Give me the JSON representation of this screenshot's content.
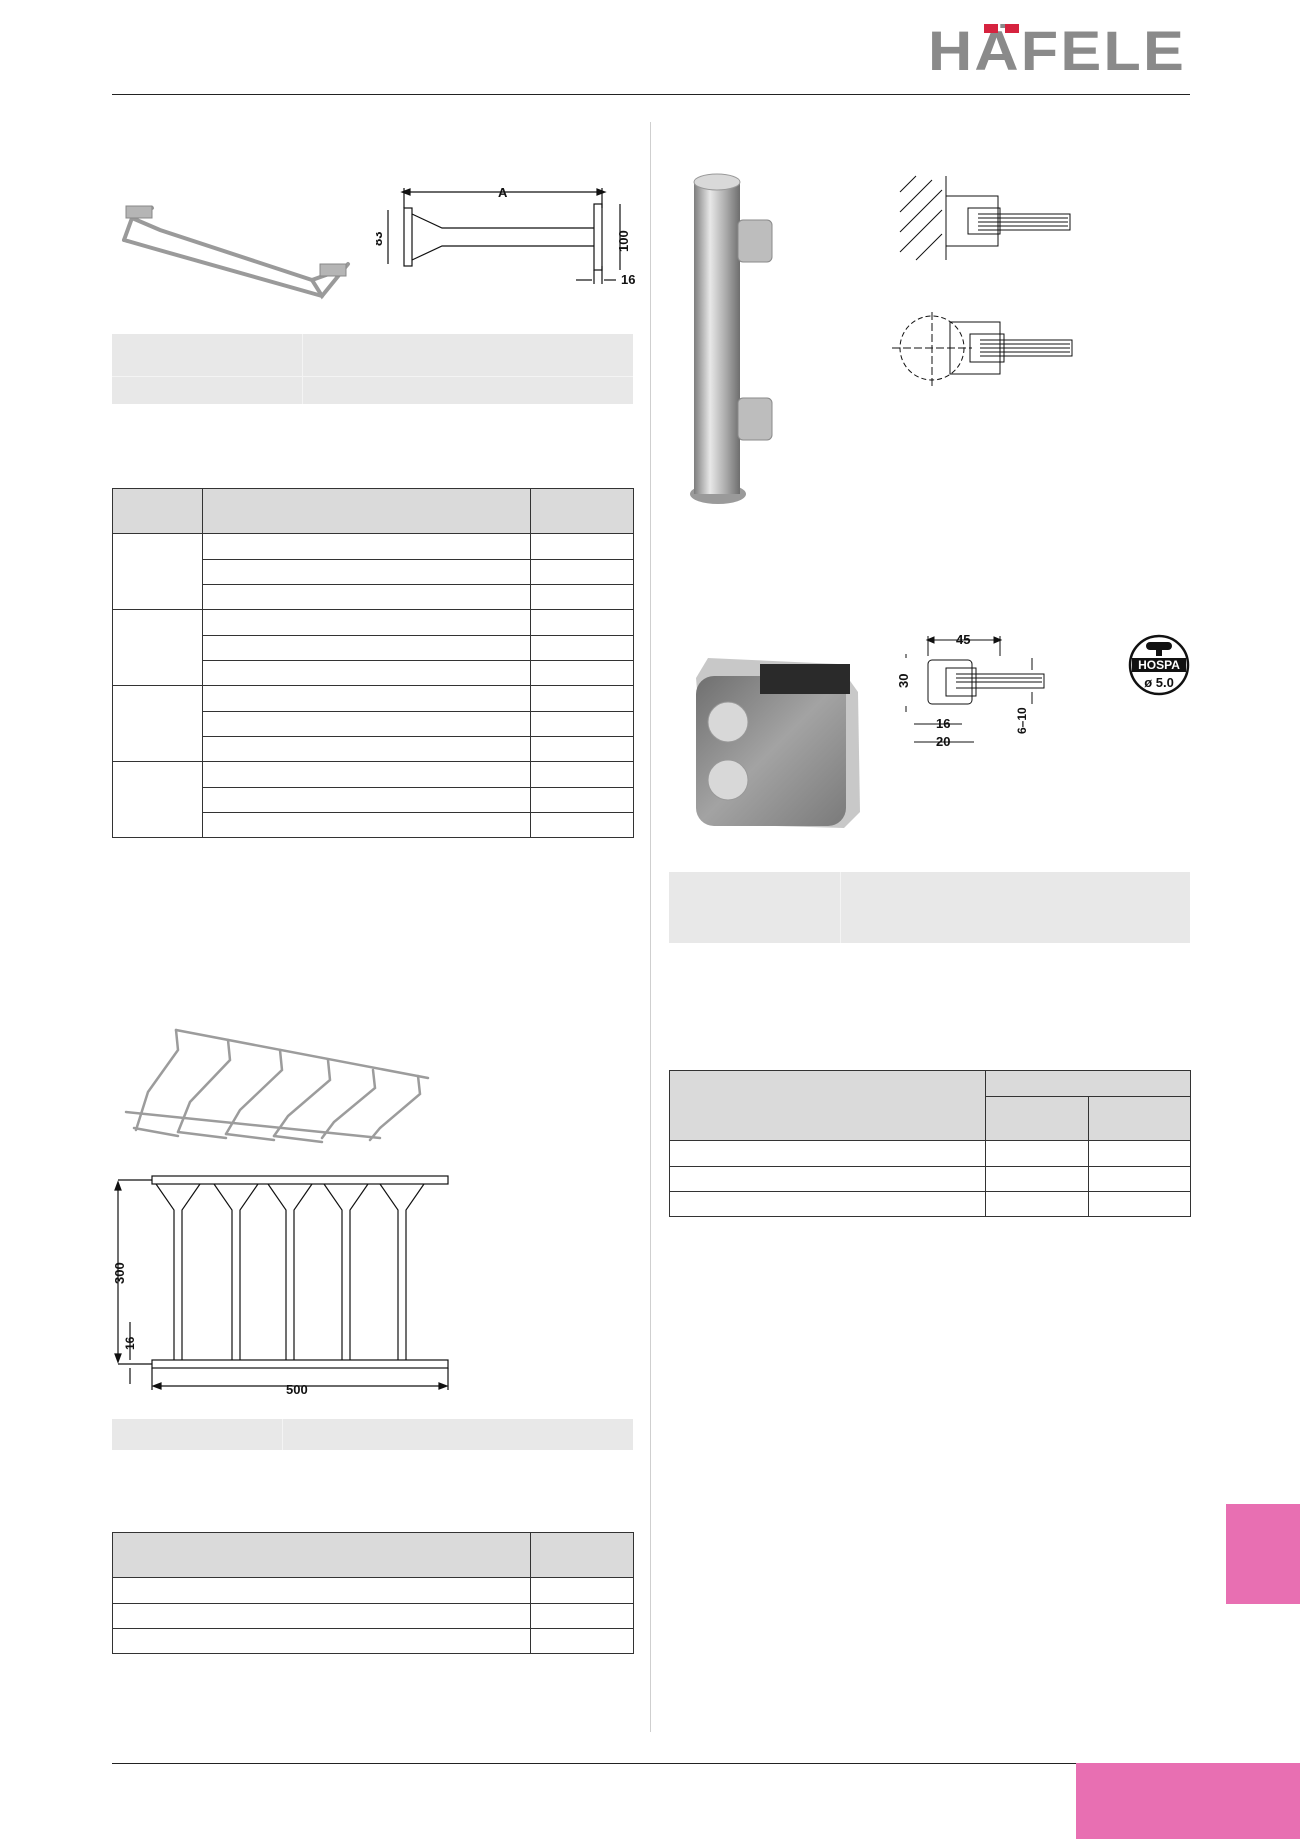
{
  "brand": {
    "logo_text": "HÄFELE",
    "logo_color": "#8a8a8a",
    "accent_color": "#d6233f"
  },
  "page": {
    "tab_color": "#e86fb2"
  },
  "glass_holder_single": {
    "dimensions": {
      "length": "A",
      "height": "83",
      "depth": "100",
      "base": "16"
    }
  },
  "glass_holder_rack": {
    "dimensions": {
      "height": "300",
      "offset": "16",
      "width": "500"
    }
  },
  "glass_clamp": {
    "dimensions": {
      "width": "45",
      "height": "30",
      "inner": "16",
      "outer": "20",
      "glass_thickness": "6–10"
    },
    "badge": {
      "brand": "HOSPA",
      "size": "ø 5.0"
    }
  }
}
